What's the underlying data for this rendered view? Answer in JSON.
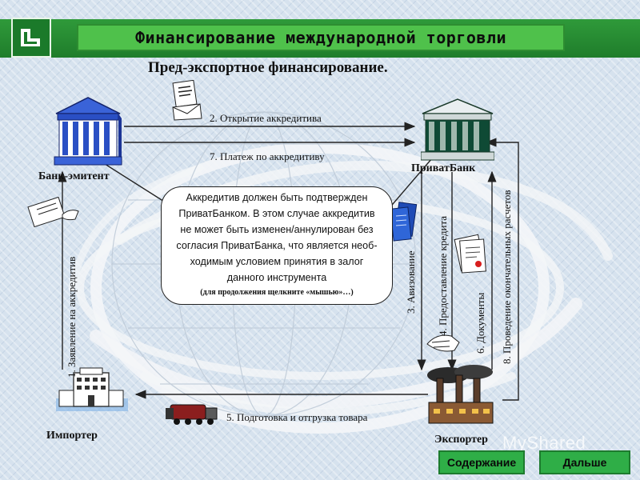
{
  "header": {
    "title": "Финансирование международной торговли",
    "subtitle": "Пред-экспортное финансирование."
  },
  "nodes": {
    "issuing_bank": "Банк-эмитент",
    "privatbank": "ПриватБанк",
    "importer": "Импортер",
    "exporter": "Экспортер"
  },
  "steps": {
    "s1": "1. Заявление на аккредитив",
    "s2": "2. Открытие аккредитива",
    "s3": "3. Авизование",
    "s4": "4. Предоставление кредита",
    "s5": "5. Подготовка и отгрузка товара",
    "s6": "6. Документы",
    "s7": "7. Платеж по аккредитиву",
    "s8": "8. Проведение окончательных расчетов"
  },
  "callout": {
    "lines": [
      "Аккредитив должен быть подтвержден",
      "ПриватБанком. В этом случае аккредитив",
      "не может быть изменен/аннулирован без",
      "согласия ПриватБанка, что является необ-",
      "ходимым условием принятия в залог",
      "данного инструмента"
    ],
    "hint": "(для продолжения щелкните «мышью»…)"
  },
  "nav": {
    "contents": "Содержание",
    "next": "Дальше"
  },
  "watermark": "MyShared",
  "colors": {
    "header_green": "#2f9a3a",
    "title_green": "#4fc14b",
    "button_green": "#2fae47",
    "background": "#d6e2ee"
  },
  "icons": [
    "bank-icon",
    "factory-icon",
    "train-icon",
    "document-icon",
    "envelope-icon",
    "hand-icon"
  ]
}
